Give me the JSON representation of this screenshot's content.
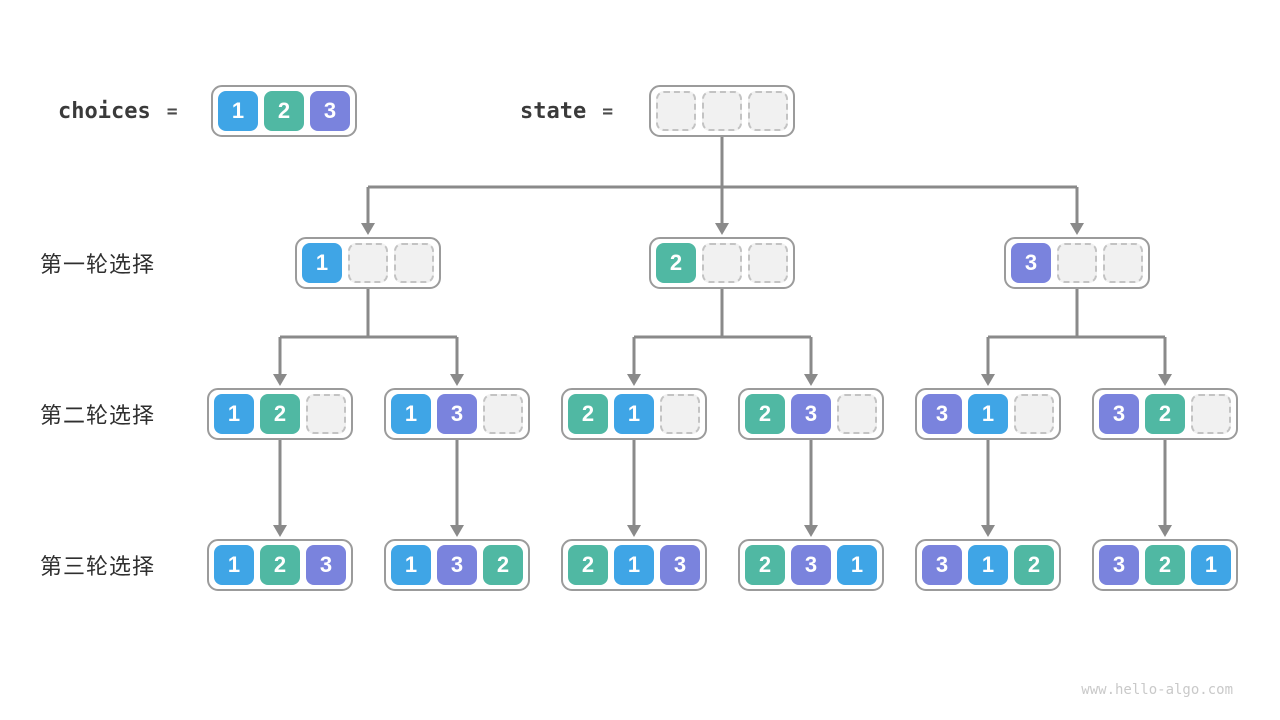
{
  "legend": {
    "choices_label": "choices",
    "choices_equals": "=",
    "state_label": "state",
    "state_equals": "=",
    "choices_cells": [
      "1",
      "2",
      "3"
    ],
    "state_cells": [
      "",
      "",
      ""
    ]
  },
  "rows": [
    {
      "label": "第一轮选择",
      "boxes": [
        [
          "1",
          "",
          ""
        ],
        [
          "2",
          "",
          ""
        ],
        [
          "3",
          "",
          ""
        ]
      ]
    },
    {
      "label": "第二轮选择",
      "boxes": [
        [
          "1",
          "2",
          ""
        ],
        [
          "1",
          "3",
          ""
        ],
        [
          "2",
          "1",
          ""
        ],
        [
          "2",
          "3",
          ""
        ],
        [
          "3",
          "1",
          ""
        ],
        [
          "3",
          "2",
          ""
        ]
      ]
    },
    {
      "label": "第三轮选择",
      "boxes": [
        [
          "1",
          "2",
          "3"
        ],
        [
          "1",
          "3",
          "2"
        ],
        [
          "2",
          "1",
          "3"
        ],
        [
          "2",
          "3",
          "1"
        ],
        [
          "3",
          "1",
          "2"
        ],
        [
          "3",
          "2",
          "1"
        ]
      ]
    }
  ],
  "watermark": "www.hello-algo.com",
  "colors": {
    "1": "#3fa5e6",
    "2": "#50b8a3",
    "3": "#7a83dd",
    "arrow": "#8a8a8a",
    "box_border": "#9b9b9b"
  }
}
